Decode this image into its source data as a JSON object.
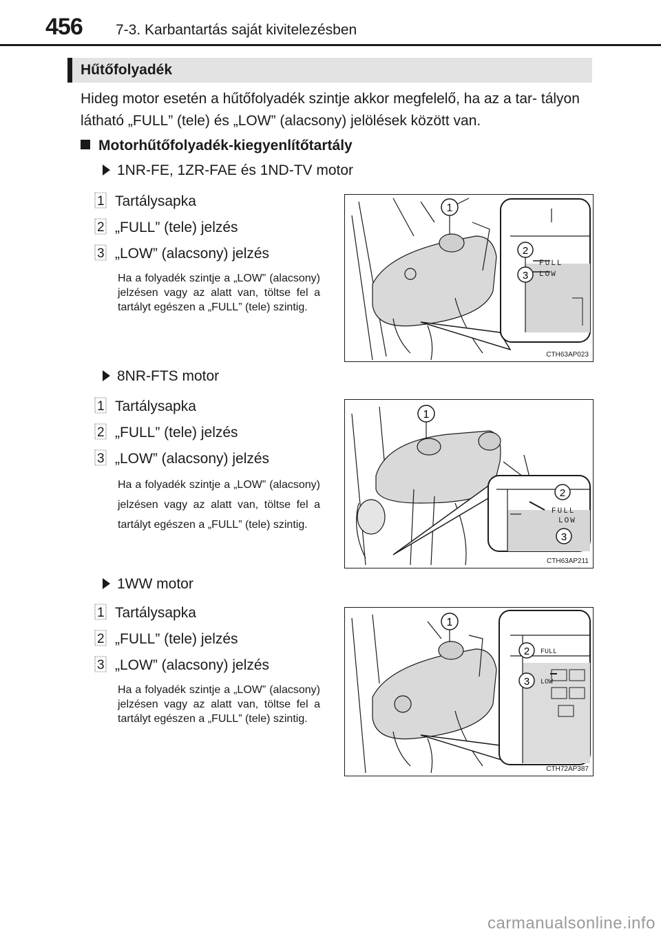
{
  "header": {
    "page_number": "456",
    "chapter": "7-3. Karbantartás saját kivitelezésben"
  },
  "section": {
    "title": "Hűtőfolyadék",
    "intro": "Hideg motor esetén a hűtőfolyadék szintje akkor megfelelő, ha az a tar- tályon látható „FULL” (tele) és „LOW” (alacsony) jelölések között van.",
    "subheading": "Motorhűtőfolyadék-kiegyenlítőtartály"
  },
  "variants": [
    {
      "engine": "1NR-FE, 1ZR-FAE és 1ND-TV motor",
      "items": [
        {
          "num": "1",
          "label": "Tartálysapka"
        },
        {
          "num": "2",
          "label": "„FULL” (tele) jelzés"
        },
        {
          "num": "3",
          "label": "„LOW” (alacsony) jelzés"
        }
      ],
      "note": "Ha a folyadék szintje a „LOW” (alacsony) jelzésen vagy az alatt van, töltse fel a tartályt egészen a „FULL” (tele) szintig.",
      "figure_code": "CTH63AP023",
      "figure_full": "FULL",
      "figure_low": "LOW"
    },
    {
      "engine": "8NR-FTS motor",
      "items": [
        {
          "num": "1",
          "label": "Tartálysapka"
        },
        {
          "num": "2",
          "label": "„FULL” (tele) jelzés"
        },
        {
          "num": "3",
          "label": "„LOW” (alacsony) jelzés"
        }
      ],
      "note": "Ha a folyadék szintje a „LOW” (alacsony) jelzésen vagy az alatt van, töltse fel a tartályt egészen a „FULL” (tele) szintig.",
      "figure_code": "CTH63AP211",
      "figure_full": "FULL",
      "figure_low": "LOW"
    },
    {
      "engine": "1WW motor",
      "items": [
        {
          "num": "1",
          "label": "Tartálysapka"
        },
        {
          "num": "2",
          "label": "„FULL” (tele) jelzés"
        },
        {
          "num": "3",
          "label": "„LOW” (alacsony) jelzés"
        }
      ],
      "note": "Ha a folyadék szintje a „LOW” (alacsony) jelzésen vagy az alatt van, töltse fel a tartályt egészen a „FULL” (tele) szintig.",
      "figure_code": "CTH72AP387",
      "figure_full": "FULL",
      "figure_low": "LOW"
    }
  ],
  "watermark": "carmanualsonline.info"
}
